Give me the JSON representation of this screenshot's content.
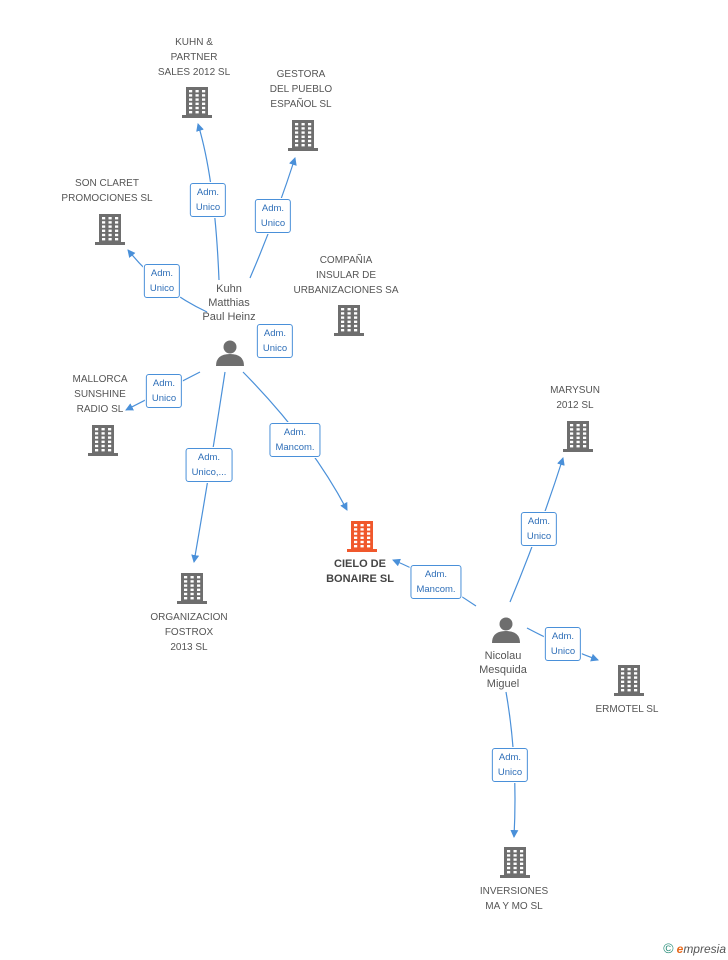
{
  "colors": {
    "company": "#6e6e6e",
    "main": "#f0582c",
    "person": "#6e6e6e",
    "edge": "#4a90d9"
  },
  "nodes": [
    {
      "id": "kuhn_partner",
      "type": "company",
      "label": "KUHN &\nPARTNER\nSALES 2012 SL"
    },
    {
      "id": "gestora",
      "type": "company",
      "label": "GESTORA\nDEL PUEBLO\nESPAÑOL SL"
    },
    {
      "id": "son_claret",
      "type": "company",
      "label": "SON CLARET\nPROMOCIONES SL"
    },
    {
      "id": "compania",
      "type": "company",
      "label": "COMPAÑIA\nINSULAR DE\nURBANIZACIONES SA"
    },
    {
      "id": "mallorca",
      "type": "company",
      "label": "MALLORCA\nSUNSHINE\nRADIO SL"
    },
    {
      "id": "organizacion",
      "type": "company",
      "label": "ORGANIZACION\nFOSTROX\n2013 SL"
    },
    {
      "id": "cielo",
      "type": "main",
      "label": "CIELO DE\nBONAIRE SL"
    },
    {
      "id": "marysun",
      "type": "company",
      "label": "MARYSUN\n2012 SL"
    },
    {
      "id": "ermotel",
      "type": "company",
      "label": "ERMOTEL SL"
    },
    {
      "id": "inversiones",
      "type": "company",
      "label": "INVERSIONES\nMA Y MO SL"
    },
    {
      "id": "kuhn",
      "type": "person",
      "label": "Kuhn\nMatthias\nPaul Heinz"
    },
    {
      "id": "nicolau",
      "type": "person",
      "label": "Nicolau\nMesquida\nMiguel"
    }
  ],
  "edges": [
    {
      "from": "kuhn",
      "to": "kuhn_partner",
      "label": "Adm.\nUnico"
    },
    {
      "from": "kuhn",
      "to": "gestora",
      "label": "Adm.\nUnico"
    },
    {
      "from": "kuhn",
      "to": "son_claret",
      "label": "Adm.\nUnico"
    },
    {
      "from": "kuhn",
      "to": "compania",
      "label": "Adm.\nUnico"
    },
    {
      "from": "kuhn",
      "to": "mallorca",
      "label": "Adm.\nUnico"
    },
    {
      "from": "kuhn",
      "to": "organizacion",
      "label": "Adm.\nUnico,..."
    },
    {
      "from": "kuhn",
      "to": "cielo",
      "label": "Adm.\nMancom."
    },
    {
      "from": "nicolau",
      "to": "cielo",
      "label": "Adm.\nMancom."
    },
    {
      "from": "nicolau",
      "to": "marysun",
      "label": "Adm.\nUnico"
    },
    {
      "from": "nicolau",
      "to": "ermotel",
      "label": "Adm.\nUnico"
    },
    {
      "from": "nicolau",
      "to": "inversiones",
      "label": "Adm.\nUnico"
    }
  ],
  "brand": {
    "copyright": "©",
    "e": "e",
    "rest": "mpresia"
  }
}
